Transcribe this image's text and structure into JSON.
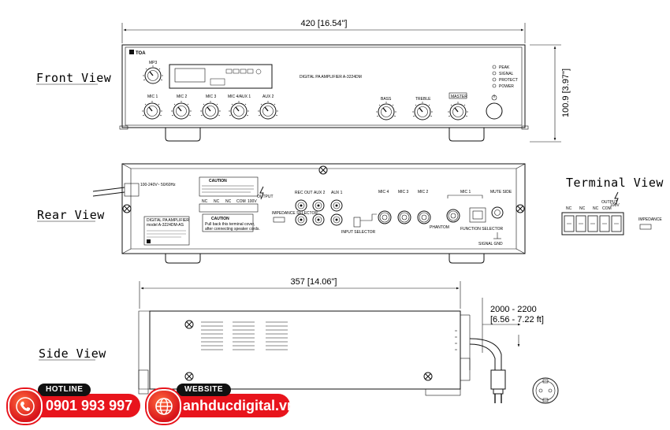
{
  "views": {
    "front": "Front View",
    "rear": "Rear View",
    "side": "Side View",
    "terminal": "Terminal View"
  },
  "dimensions": {
    "width": "420 [16.54\"]",
    "height": "100.9 [3.97\"]",
    "depth": "357 [14.06\"]",
    "cord_mm": "2000 - 2200",
    "cord_ft": "[6.56 - 7.22 ft]"
  },
  "front_panel": {
    "brand": "TOA",
    "mp3_label": "MP3",
    "model": "DIGITAL PA AMPLIFIER A-3224DM",
    "knobs": [
      "MIC 1",
      "MIC 2",
      "MIC 3",
      "MIC 4/AUX 1",
      "AUX 2",
      "BASS",
      "TREBLE",
      "MASTER"
    ],
    "indicators": [
      "PEAK",
      "SIGNAL",
      "PROTECT",
      "POWER"
    ]
  },
  "rear_panel": {
    "caution_title": "CAUTION",
    "caution_body": [
      "Pull back this terminal cover,",
      "after connecting speaker cords."
    ],
    "caution_top": "CAUTION",
    "terminals": [
      "NC",
      "NC",
      "NC",
      "COM",
      "100V"
    ],
    "output": "OUTPUT",
    "impedance": "IMPEDANCE SELECTOR",
    "inputs": [
      "REC OUT",
      "AUX 2",
      "AUX 1",
      "MIC 4",
      "MIC 3",
      "MIC 2",
      "MIC 1"
    ],
    "mute": "MUTE SIDE",
    "phantom": "PHANTOM",
    "function": "FUNCTION SELECTOR",
    "input_selector": "INPUT SELECTOR",
    "gnd": "SIGNAL GND",
    "power": "100-240V~ 50/60Hz",
    "label_lines": [
      "DIGITAL PA AMPLIFIER",
      "model A-3224DM-AS"
    ]
  },
  "terminal_view": {
    "labels": [
      "NC",
      "NC",
      "NC",
      "COM",
      "100V"
    ],
    "output": "OUTPUT",
    "impedance": "IMPEDANCE"
  },
  "hotline": {
    "tag": "HOTLINE",
    "number": "0901 993 997",
    "icon": "phone-icon"
  },
  "website": {
    "tag": "WEBSITE",
    "url": "anhducdigital.vn",
    "icon": "globe-icon"
  },
  "colors": {
    "brand_red": "#e8141c",
    "tag_black": "#111111",
    "line": "#111111"
  }
}
